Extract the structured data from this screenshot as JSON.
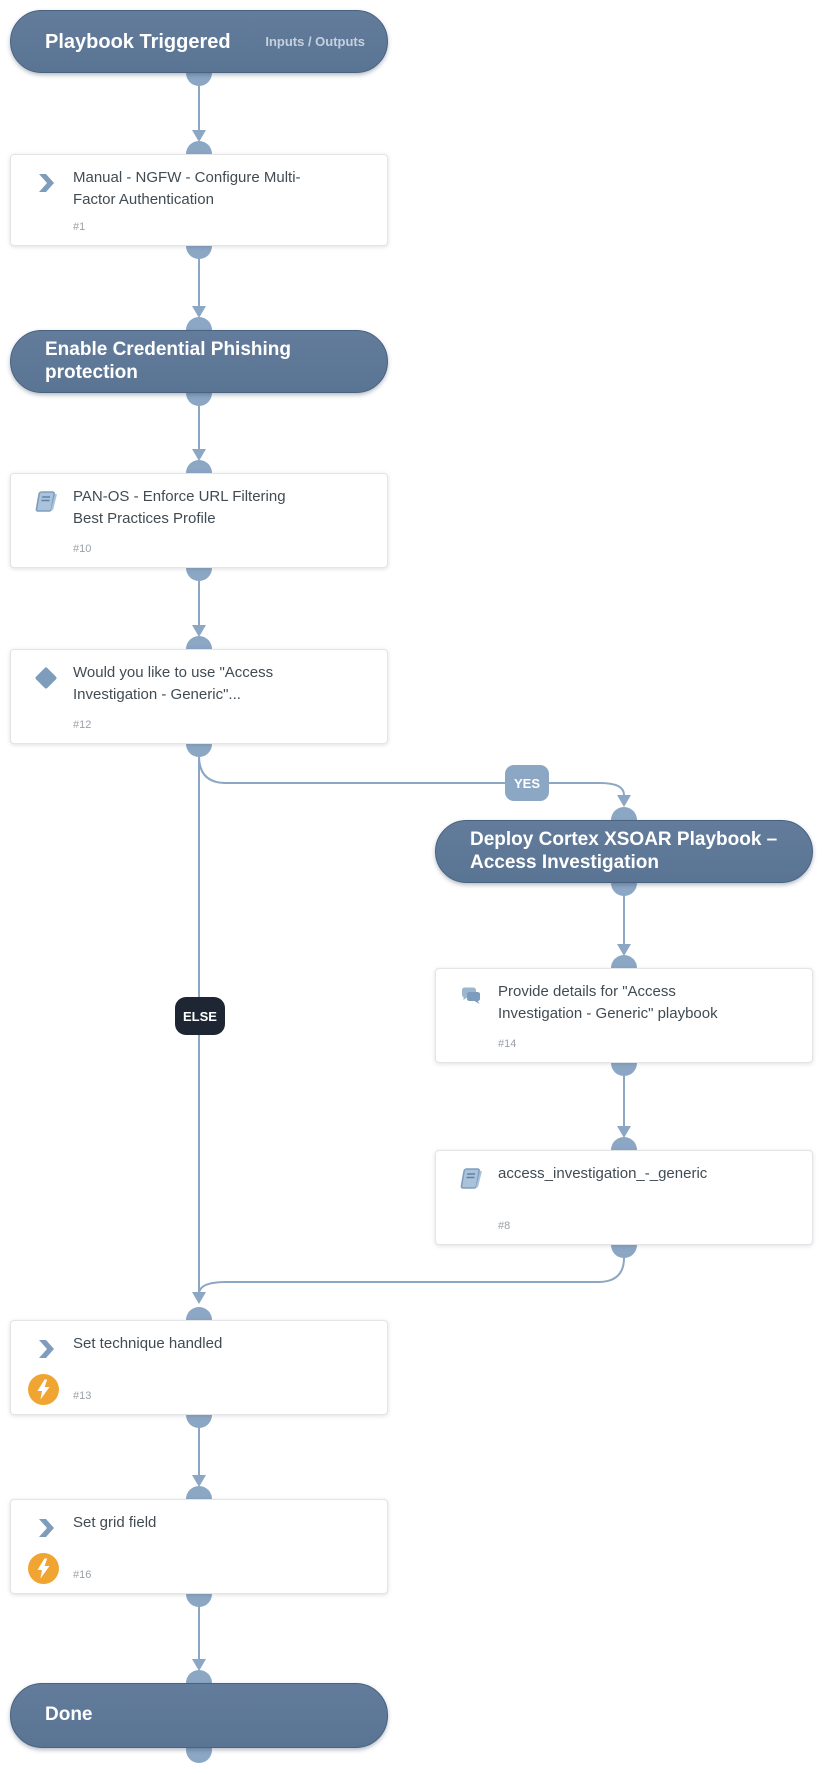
{
  "colors": {
    "section_bg": "#5a7494",
    "connector": "#8ba7c4",
    "icon_blue": "#7e9dbd",
    "automation_orange": "#f0a532",
    "else_bg": "#1e2633",
    "card_title": "#414b53",
    "task_number": "#9ba1a8"
  },
  "badges": {
    "yes": "YES",
    "else": "ELSE"
  },
  "nodes": {
    "start": {
      "title": "Playbook Triggered",
      "link": "Inputs / Outputs"
    },
    "manual_mfa": {
      "title": "Manual - NGFW - Configure Multi-Factor Authentication",
      "num": "#1"
    },
    "section_phishing": {
      "title": "Enable Credential Phishing protection"
    },
    "panos_urlfilter": {
      "title": "PAN-OS - Enforce URL Filtering Best Practices Profile",
      "num": "#10"
    },
    "condition_access": {
      "title": "Would you like to use \"Access Investigation - Generic\"...",
      "num": "#12"
    },
    "section_deploy": {
      "title": "Deploy Cortex XSOAR Playbook – Access Investigation"
    },
    "provide_details": {
      "title": "Provide details for \"Access Investigation - Generic\" playbook",
      "num": "#14"
    },
    "access_playbook": {
      "title": "access_investigation_-_generic",
      "num": "#8"
    },
    "set_technique": {
      "title": "Set technique handled",
      "num": "#13"
    },
    "set_grid": {
      "title": "Set grid field",
      "num": "#16"
    },
    "done": {
      "title": "Done"
    }
  }
}
